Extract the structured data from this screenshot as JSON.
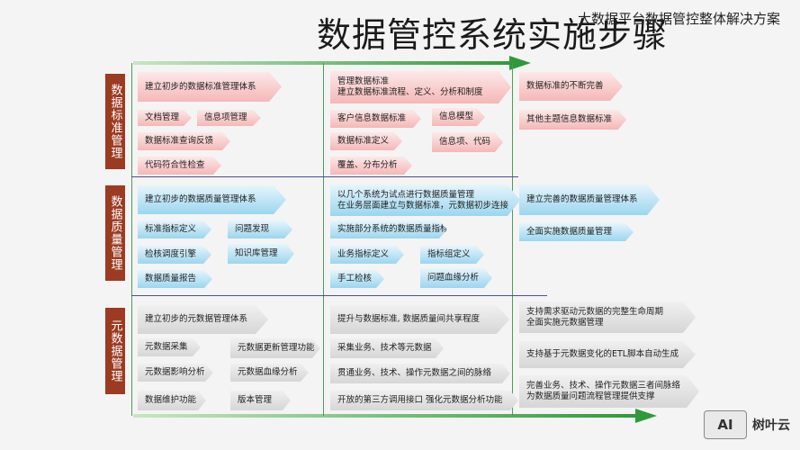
{
  "title": "数据管控系统实施步骤",
  "subtitle": "大数据平台数据管控整体解决方案",
  "rows": [
    {
      "label": "数据标准管理",
      "boxes": [
        "建立初步的数据标准管理体系",
        "文档管理",
        "信息项管理",
        "数据标准查询反馈",
        "代码符合性检查",
        "管理数据标准",
        "建立数据标准流程、定义、分析和制度",
        "客户信息数据标准",
        "信息模型",
        "数据标准定义",
        "信息项、代码",
        "覆盖、分布分析",
        "数据标准的不断完善",
        "其他主题信息数据标准"
      ]
    },
    {
      "label": "数据质量管理",
      "boxes": [
        "建立初步的数据质量管理体系",
        "标准指标定义",
        "问题发现",
        "检核调度引擎",
        "知识库管理",
        "数据质量报告",
        "以几个系统为试点进行数据质量管理",
        "在业务层面建立与数据标准，元数据初步连接",
        "实施部分系统的数据质量指标",
        "业务指标定义",
        "指标组定义",
        "手工检核",
        "问题血缘分析",
        "建立完善的数据质量管理体系",
        "全面实施数据质量管理"
      ]
    },
    {
      "label": "元数据管理",
      "boxes": [
        "建立初步的元数据管理体系",
        "元数据采集",
        "元数据更新管理功能",
        "元数据影响分析",
        "元数据血缘分析",
        "数据维护功能",
        "版本管理",
        "提升与数据标准, 数据质量间共享程度",
        "采集业务、技术等元数据",
        "贯通业务、技术、操作元数据之间的脉络",
        "开放的第三方调用接口 强化元数据分析功能",
        "支持需求驱动元数据的完整生命周期",
        "全面实施元数据管理",
        "支持基于元数据变化的ETL脚本自动生成",
        "完善业务、技术、操作元数据三者间脉络",
        "为数据质量问题流程管理提供支撑"
      ]
    }
  ],
  "logo": {
    "mark": "AI",
    "name": "树叶云"
  },
  "colors": {
    "row_label": "#9c3a22",
    "standard_box": "#f5b7b7",
    "quality_box": "#9bd6ef",
    "metadata_box": "#d6d6d6",
    "axis": "#2e9a3a"
  }
}
